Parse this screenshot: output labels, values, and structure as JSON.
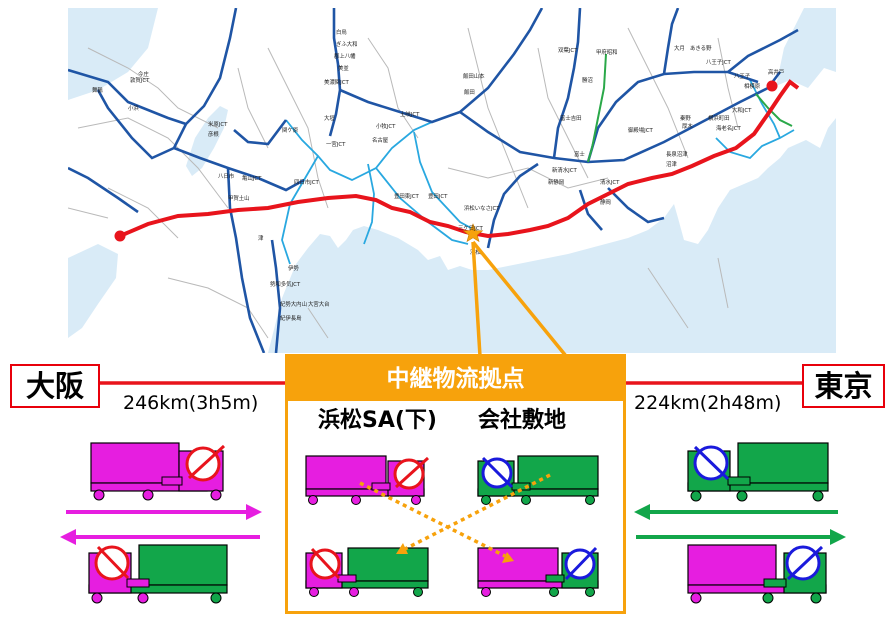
{
  "left_city": "大阪",
  "right_city": "東京",
  "left_distance": "246km(3h5m)",
  "right_distance": "224km(2h48m)",
  "hub_title": "中継物流拠点",
  "hub_location_1": "浜松SA(下)",
  "hub_location_2": "会社敷地",
  "map_labels": [
    "白鳥",
    "ぎふ大和",
    "郡上八幡",
    "美並",
    "美濃関JCT",
    "飯田山本",
    "飯田",
    "双葉JCT",
    "甲府昭和",
    "勝沼",
    "大月",
    "八王子JCT",
    "あきる野",
    "高井戸",
    "相模原",
    "八王子",
    "大和JCT",
    "横浜町田",
    "海老名JCT",
    "厚木",
    "秦野",
    "御殿場JCT",
    "長泉沼津",
    "沼津",
    "富士吉田",
    "富士",
    "新清水JCT",
    "新静岡",
    "清水JCT",
    "静岡",
    "浜松いなさJCT",
    "三ケ日JCT",
    "浜松",
    "豊田東JCT",
    "土岐JCT",
    "小牧JCT",
    "名古屋",
    "一宮JCT",
    "大垣",
    "関ケ原",
    "米原JCT",
    "彦根",
    "八日市",
    "甲賀土山",
    "亀山JCT",
    "四日市JCT",
    "伊勢",
    "勢和多気JCT",
    "紀勢大内山",
    "紀伊長島",
    "大宮大台",
    "津",
    "敦賀JCT",
    "今庄",
    "小浜",
    "舞鶴",
    "豊田JCT"
  ],
  "colors": {
    "route_red": "#e8141c",
    "expressway_blue": "#1f55a5",
    "planned_cyan": "#29a8e0",
    "other_green": "#2aa849",
    "hub_orange": "#f7a20c",
    "truck_magenta": "#e61ee0",
    "truck_green": "#12a64a",
    "sea": "#d9ebf7"
  }
}
